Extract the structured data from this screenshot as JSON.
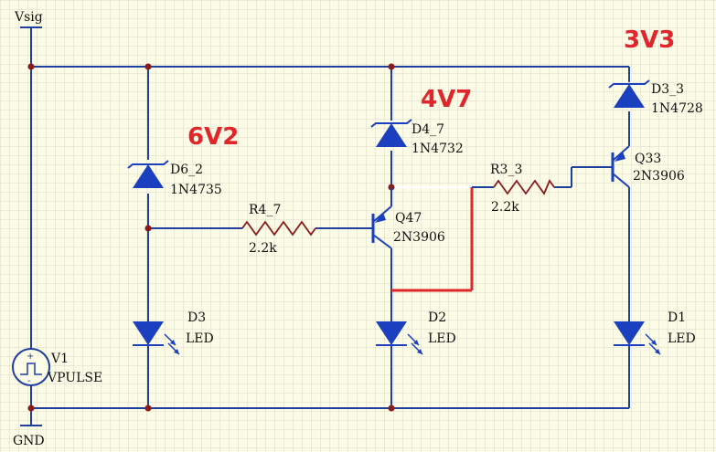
{
  "colors": {
    "background": "#fbfbe6",
    "grid": "#d8d8c8",
    "wire": "#1f3f9f",
    "junction": "#8b1a1a",
    "component": "#1a3fbf",
    "highlight_red": "#e0262a",
    "highlight_white": "#ffffff"
  },
  "power": {
    "vsig": "Vsig",
    "gnd": "GND"
  },
  "voltage_labels": {
    "v1": "6V2",
    "v2": "4V7",
    "v3": "3V3"
  },
  "source": {
    "name": "V1",
    "type": "VPULSE"
  },
  "zeners": [
    {
      "ref": "D6_2",
      "part": "1N4735"
    },
    {
      "ref": "D4_7",
      "part": "1N4732"
    },
    {
      "ref": "D3_3",
      "part": "1N4728"
    }
  ],
  "transistors": [
    {
      "ref": "Q47",
      "part": "2N3906"
    },
    {
      "ref": "Q33",
      "part": "2N3906"
    }
  ],
  "resistors": [
    {
      "ref": "R4_7",
      "value": "2.2k"
    },
    {
      "ref": "R3_3",
      "value": "2.2k"
    }
  ],
  "leds": [
    {
      "ref": "D3",
      "type": "LED"
    },
    {
      "ref": "D2",
      "type": "LED"
    },
    {
      "ref": "D1",
      "type": "LED"
    }
  ]
}
